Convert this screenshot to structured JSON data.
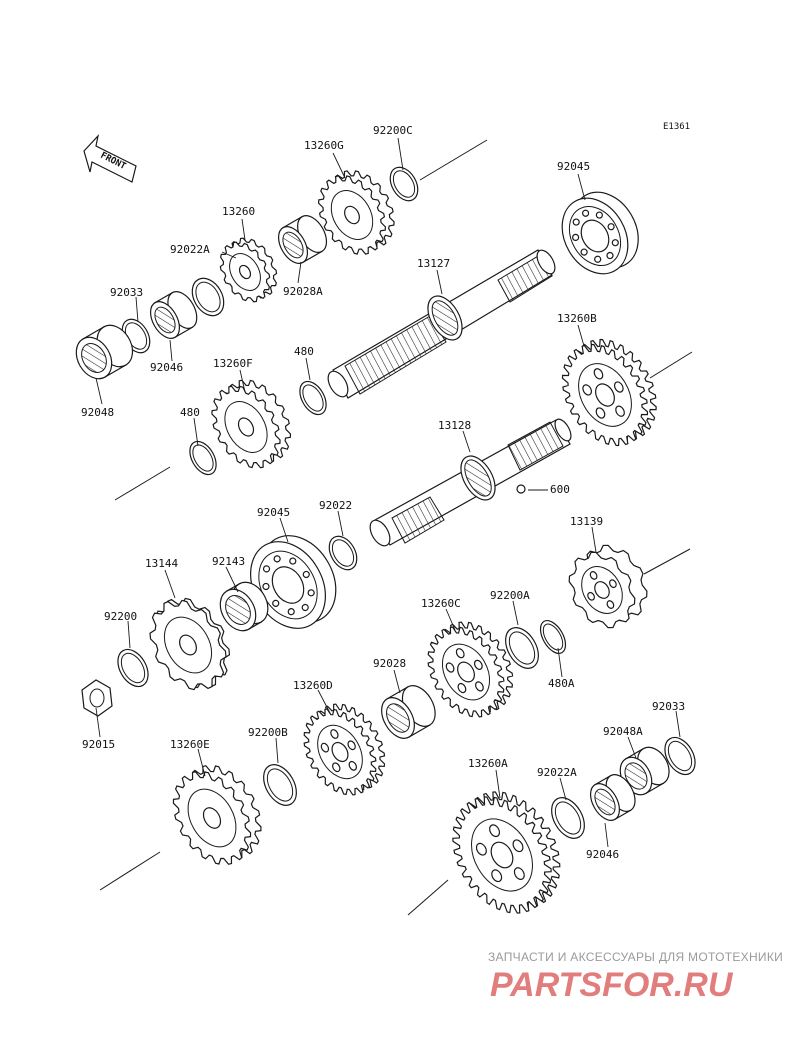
{
  "diagram": {
    "code": "E1361",
    "front_label": "FRONT",
    "parts": [
      {
        "id": "92200C"
      },
      {
        "id": "13260G"
      },
      {
        "id": "92045"
      },
      {
        "id": "13260"
      },
      {
        "id": "92022A"
      },
      {
        "id": "92028A"
      },
      {
        "id": "13127"
      },
      {
        "id": "92033"
      },
      {
        "id": "92046"
      },
      {
        "id": "92048"
      },
      {
        "id": "13260F"
      },
      {
        "id": "480"
      },
      {
        "id": "480"
      },
      {
        "id": "13260B"
      },
      {
        "id": "13128"
      },
      {
        "id": "600"
      },
      {
        "id": "92045"
      },
      {
        "id": "92022"
      },
      {
        "id": "13139"
      },
      {
        "id": "13144"
      },
      {
        "id": "92143"
      },
      {
        "id": "92200A"
      },
      {
        "id": "13260C"
      },
      {
        "id": "92200"
      },
      {
        "id": "480A"
      },
      {
        "id": "92015"
      },
      {
        "id": "92028"
      },
      {
        "id": "13260D"
      },
      {
        "id": "92033"
      },
      {
        "id": "92048A"
      },
      {
        "id": "13260E"
      },
      {
        "id": "92200B"
      },
      {
        "id": "13260A"
      },
      {
        "id": "92022A"
      },
      {
        "id": "92046"
      }
    ]
  },
  "watermark": {
    "tagline": "ЗАПЧАСТИ И АКСЕССУАРЫ ДЛЯ МОТОТЕХНИКИ",
    "brand": "PARTSFOR.RU",
    "brand_color": "#e27d7d"
  }
}
